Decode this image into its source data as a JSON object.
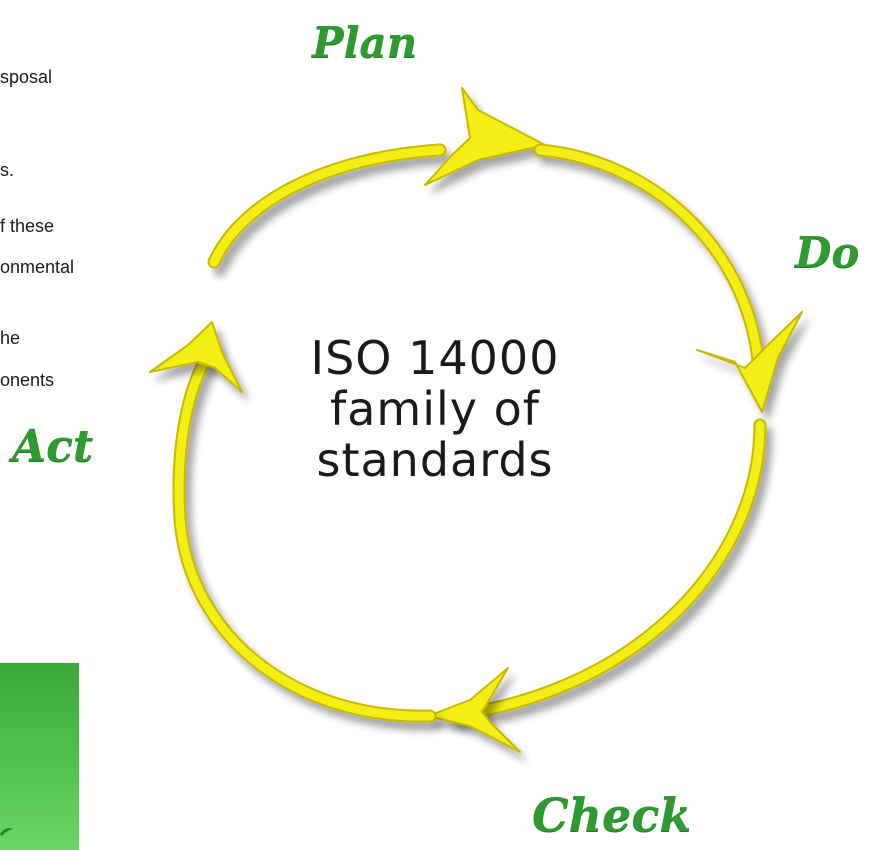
{
  "left_text_fragments": [
    "sposal",
    "s.",
    "f these",
    "onmental",
    "he",
    "onents"
  ],
  "cycle": {
    "center_title_lines": [
      "ISO 14000",
      "family of",
      "standards"
    ],
    "phases": {
      "plan": "Plan",
      "do": "Do",
      "check": "Check",
      "act": "Act"
    }
  },
  "colors": {
    "arrow_yellow": "#f2ee12",
    "arrow_shade": "#c9b800",
    "phase_green": "#2f9a30",
    "panel_green": "#4fbf4c",
    "text": "#1a1a1a"
  }
}
